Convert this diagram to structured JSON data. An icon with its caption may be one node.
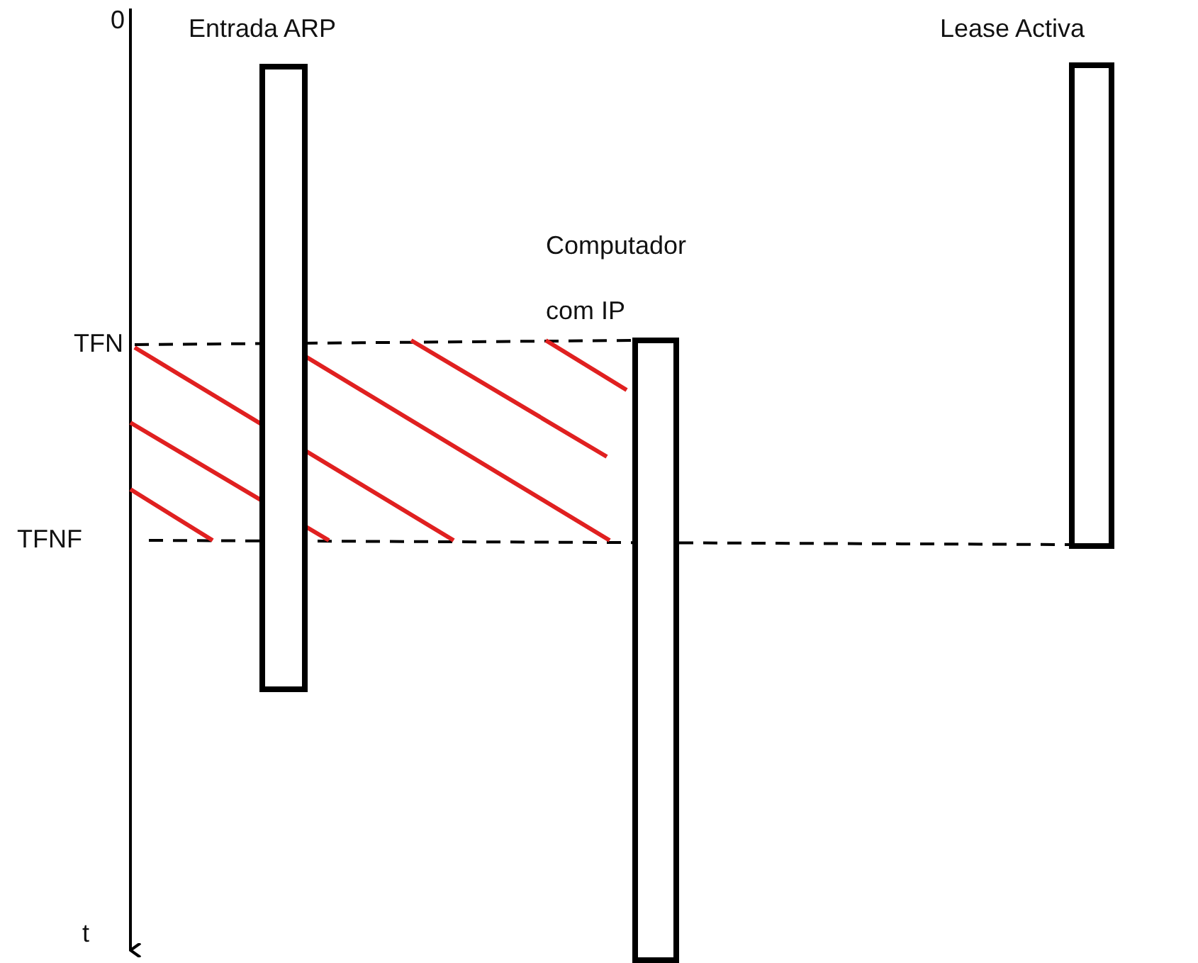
{
  "diagram": {
    "nodes": [
      {
        "text": [
          "Entrada ARP"
        ]
      },
      {
        "text": [
          "Computador com IP"
        ]
      },
      {
        "text": [
          "Lease Activa"
        ]
      }
    ],
    "labels": [
      "0",
      "TFN",
      "TFNF",
      "t"
    ]
  }
}
